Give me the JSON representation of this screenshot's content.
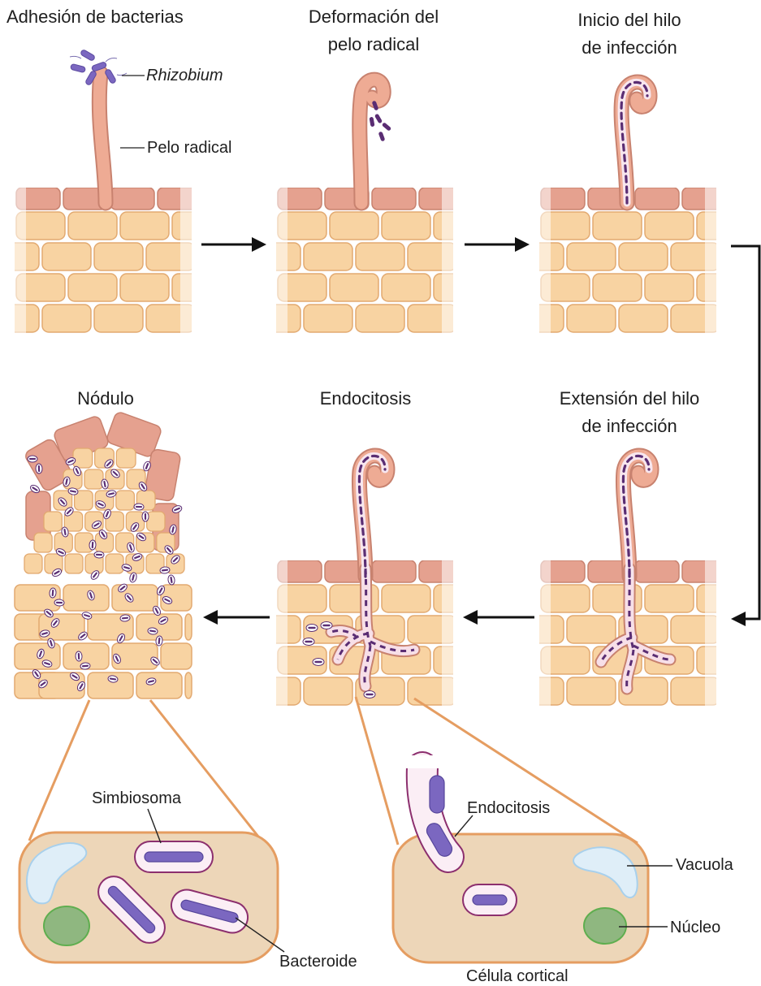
{
  "stages": [
    {
      "title": "Adhesión de bacterias"
    },
    {
      "title": "Deformación del\npelo radical"
    },
    {
      "title": "Inicio del hilo\nde infección"
    },
    {
      "title": "Extensión del hilo\nde infección"
    },
    {
      "title": "Endocitosis"
    },
    {
      "title": "Nódulo"
    }
  ],
  "labels": {
    "rhizobium": "Rhizobium",
    "root_hair": "Pelo radical",
    "symbiosome": "Simbiosoma",
    "bacteroid": "Bacteroide",
    "endocytosis": "Endocitosis",
    "vacuole": "Vacuola",
    "nucleus": "Núcleo",
    "cortical_cell": "Célula cortical"
  },
  "colors": {
    "cell_fill": "#f8d3a2",
    "cell_stroke": "#e2a970",
    "epidermis_fill": "#e5a18f",
    "epidermis_stroke": "#c8826f",
    "hair_fill": "#eeab94",
    "bacteria": "#7b67c0",
    "thread_dash": "#5a2d73",
    "arrow": "#111111",
    "zoom_line": "#e59d61",
    "zoom_cell_fill": "#edd6b8",
    "vacuole_fill": "#dfeef8",
    "nucleus_fill": "#8fb780"
  }
}
